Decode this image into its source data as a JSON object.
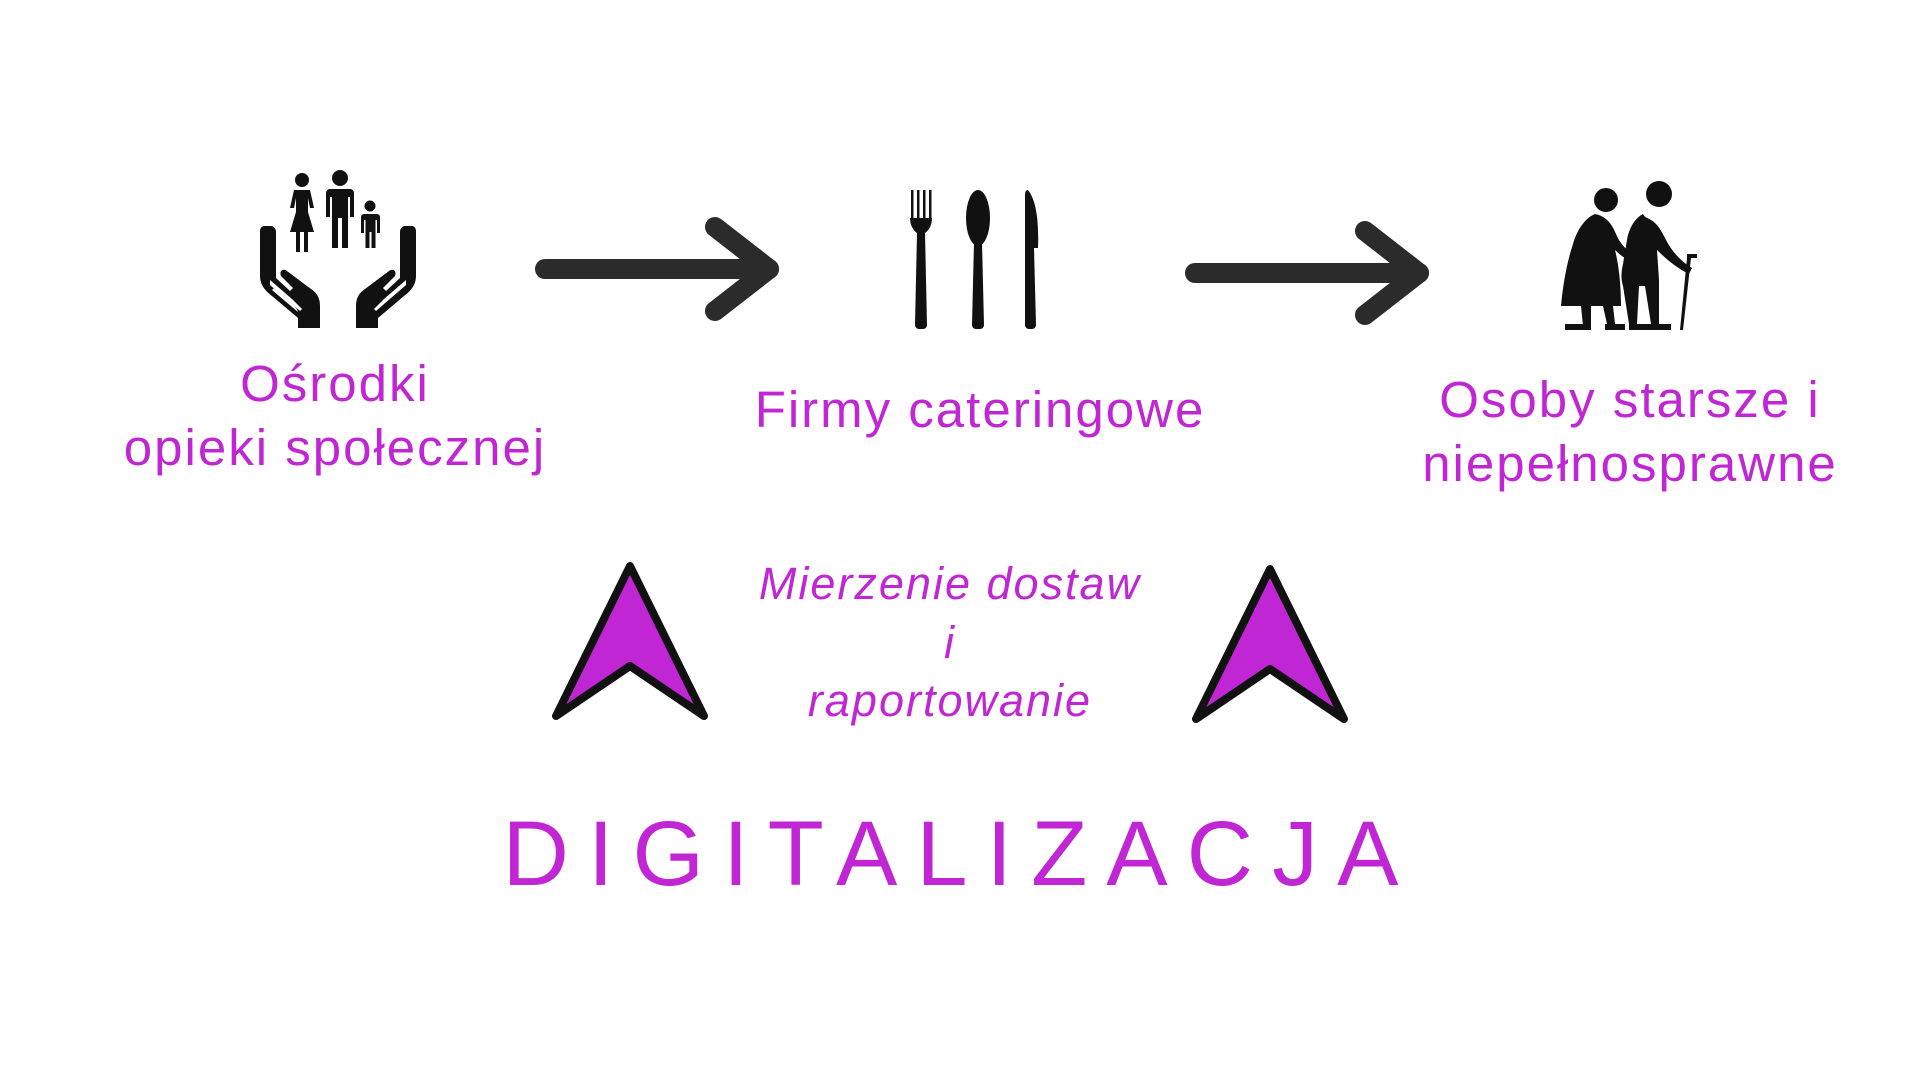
{
  "colors": {
    "accent": "#c026d3",
    "icon": "#111111",
    "arrow": "#2b2b2b",
    "chevron_fill": "#c026d3",
    "chevron_stroke": "#111111",
    "background": "#ffffff"
  },
  "nodes": [
    {
      "icon": "family-in-hands-icon",
      "label": "Ośrodki\nopieki społecznej"
    },
    {
      "icon": "cutlery-icon",
      "label": "Firmy cateringowe"
    },
    {
      "icon": "elderly-people-icon",
      "label": "Osoby starsze i\nniepełnosprawne"
    }
  ],
  "connectors": [
    "arrow-right-icon",
    "arrow-right-icon"
  ],
  "support": {
    "label": "Mierzenie dostaw\ni\nraportowanie",
    "icons": [
      "chevron-up-icon",
      "chevron-up-icon"
    ]
  },
  "banner": "DIGITALIZACJA"
}
